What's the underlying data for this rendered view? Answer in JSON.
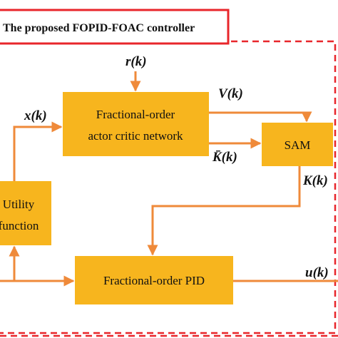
{
  "title": "The proposed FOPID-FOAC controller",
  "blocks": {
    "actor_critic_line1": "Fractional-order",
    "actor_critic_line2": "actor critic network",
    "sam": "SAM",
    "utility_line1": "Utility",
    "utility_line2": "function",
    "pid": "Fractional-order PID"
  },
  "signals": {
    "r": "r(k)",
    "x": "x(k)",
    "v": "V(k)",
    "k_bar": "K̄(k)",
    "k": "K(k)",
    "u": "u(k)"
  },
  "colors": {
    "block_fill": "#f7b51e",
    "wire": "#ef8a3a",
    "frame": "#e8262b"
  }
}
